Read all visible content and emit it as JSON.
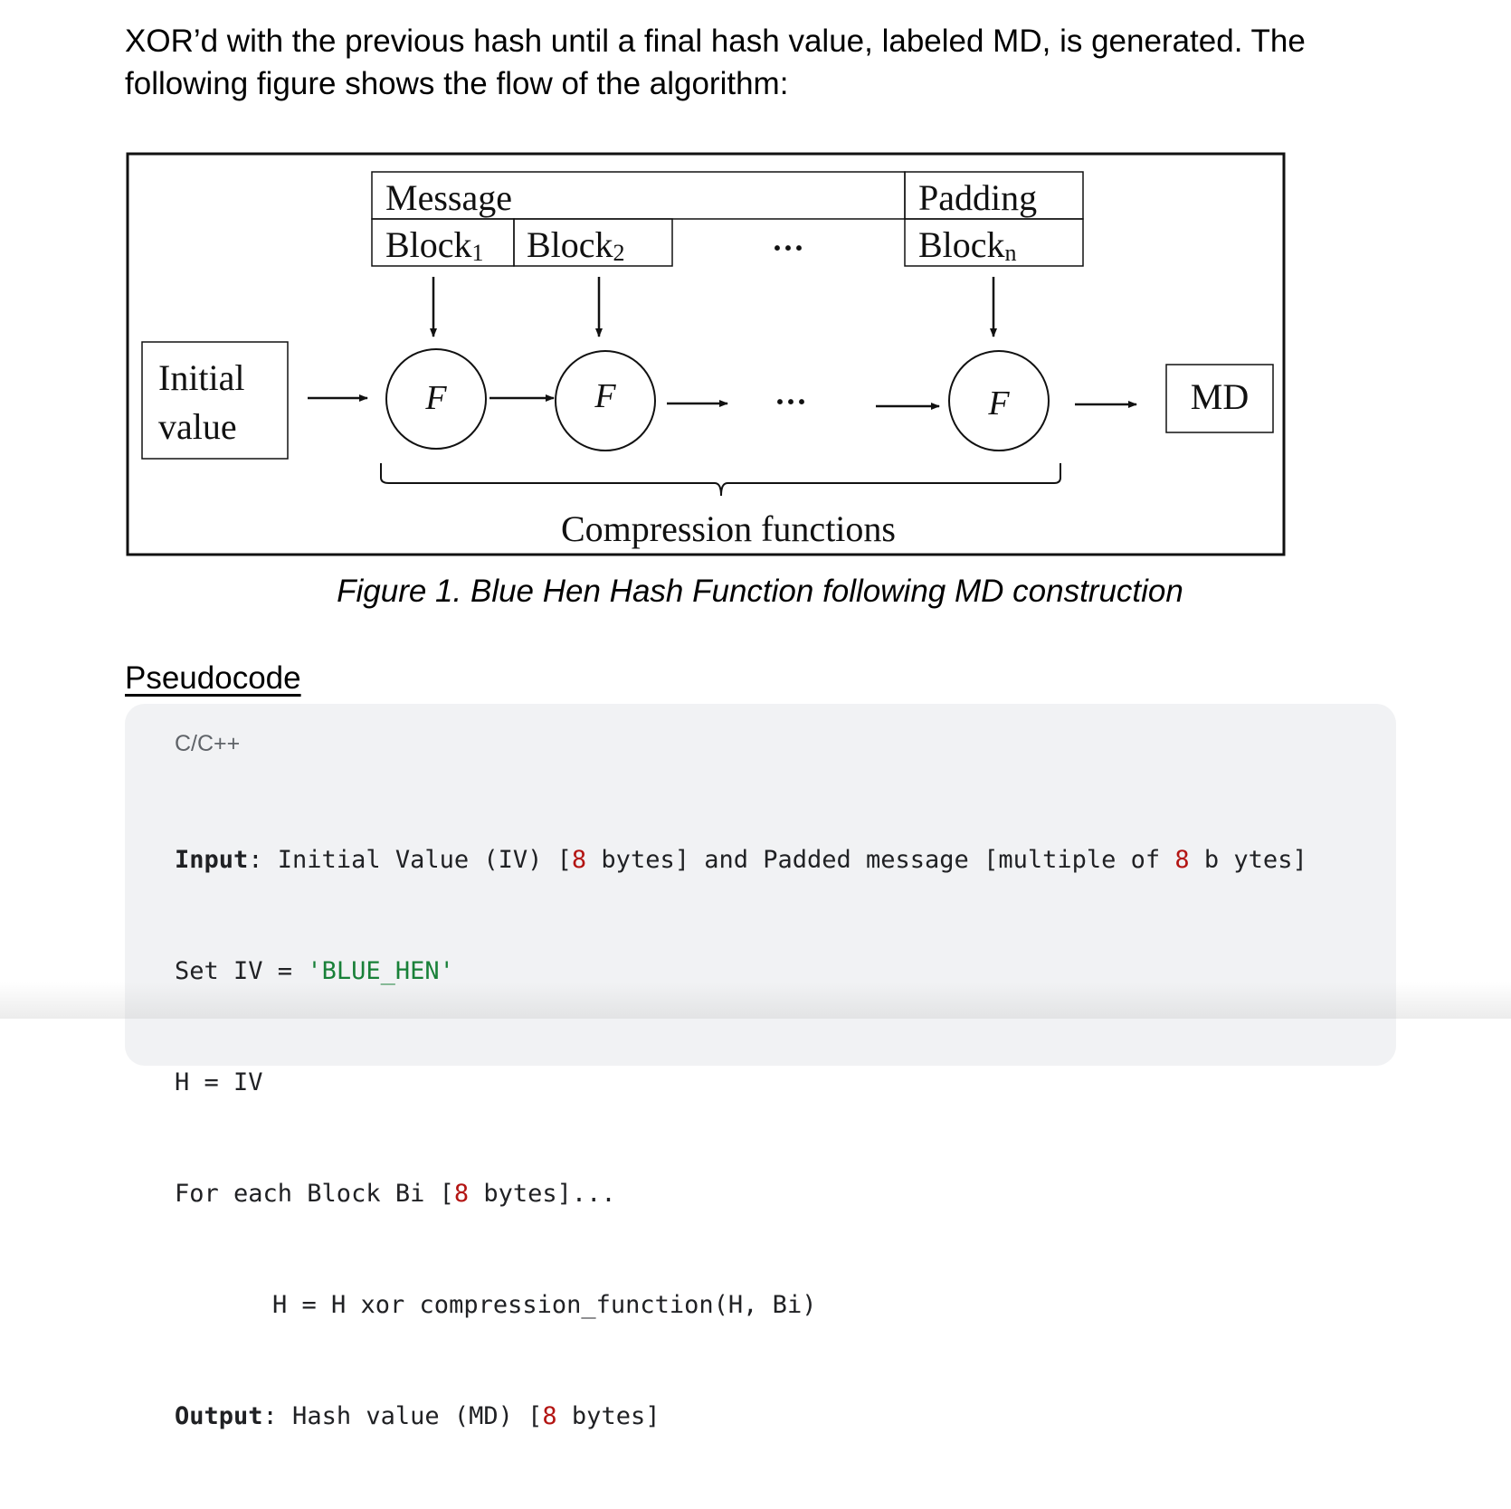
{
  "intro_text": "XOR’d with the previous hash until a final hash value, labeled MD, is generated. The following figure shows the flow of the algorithm:",
  "figure": {
    "message_label": "Message",
    "padding_label": "Padding",
    "block_1": "Block",
    "block_1_sub": "1",
    "block_2": "Block",
    "block_2_sub": "2",
    "block_n": "Block",
    "block_n_sub": "n",
    "ellipsis": "···",
    "initial_value_line1": "Initial",
    "initial_value_line2": "value",
    "function_label": "F",
    "output_label": "MD",
    "brace_label": "Compression functions"
  },
  "caption": "Figure 1. Blue Hen Hash Function following MD construction",
  "section_heading": "Pseudocode",
  "code": {
    "language": "C/C++",
    "input_kw": "Input",
    "input_a": ": Initial Value (IV) [",
    "input_n1": "8",
    "input_b": " bytes] and Padded message [multiple of ",
    "input_n2": "8",
    "input_c": " b ytes]",
    "set_iv_a": "Set IV = ",
    "set_iv_str": "'BLUE_HEN'",
    "h_assign": "H = IV",
    "for_a": "For each Block Bi [",
    "for_n": "8",
    "for_b": " bytes]...",
    "loop_body": "H = H xor compression_function(H, Bi)",
    "output_kw": "Output",
    "output_a": ": Hash value (MD) [",
    "output_n": "8",
    "output_b": " bytes]"
  }
}
